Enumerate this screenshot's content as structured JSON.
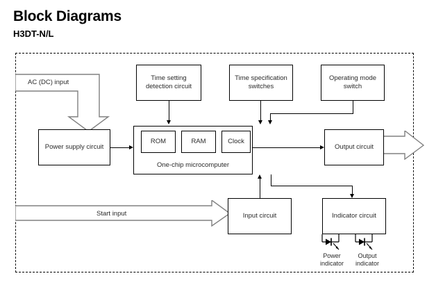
{
  "header": {
    "title": "Block Diagrams",
    "subtitle": "H3DT-N/L"
  },
  "diagram": {
    "enclosure_style": "dashed",
    "blocks": {
      "time_setting": "Time setting\ndetection circuit",
      "time_setting_line1": "Time setting",
      "time_setting_line2": "detection circuit",
      "time_spec_line1": "Time specification",
      "time_spec_line2": "switches",
      "operating_mode_line1": "Operating mode",
      "operating_mode_line2": "switch",
      "power_supply": "Power supply circuit",
      "rom": "ROM",
      "ram": "RAM",
      "clock": "Clock",
      "mcu": "One-chip microcomputer",
      "output_circuit": "Output circuit",
      "input_circuit": "Input circuit",
      "indicator_circuit": "Indicator circuit"
    },
    "signals": {
      "ac_dc_input": "AC (DC) input",
      "start_input": "Start input"
    },
    "indicators": {
      "power_line1": "Power",
      "power_line2": "indicator",
      "output_line1": "Output",
      "output_line2": "indicator"
    }
  },
  "colors": {
    "line": "#000000",
    "text": "#2a2a2a",
    "title": "#000000",
    "background": "#ffffff",
    "block_arrow_stroke": "#808080"
  }
}
